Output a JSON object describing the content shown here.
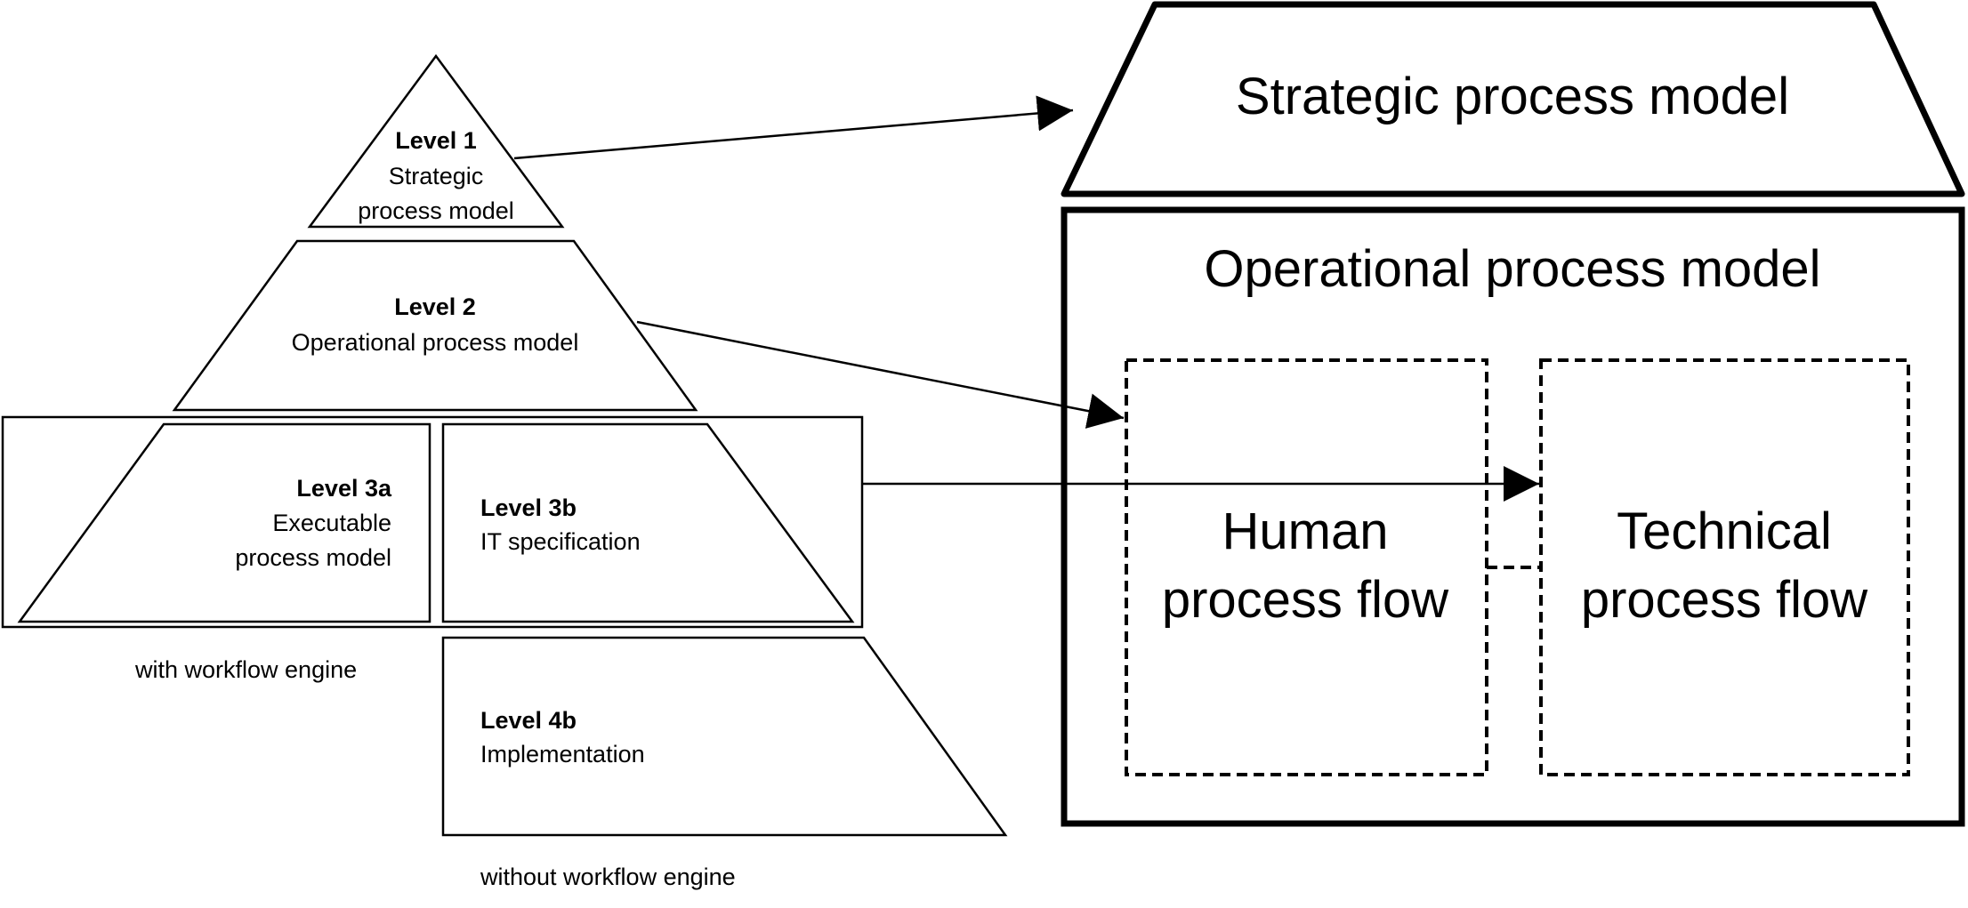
{
  "pyramid": {
    "level1": {
      "title": "Level 1",
      "line1": "Strategic",
      "line2": "process model"
    },
    "level2": {
      "title": "Level 2",
      "line1": "Operational process model"
    },
    "level3a": {
      "title": "Level 3a",
      "line1": "Executable",
      "line2": "process model"
    },
    "level3b": {
      "title": "Level 3b",
      "line1": "IT specification"
    },
    "level4b": {
      "title": "Level 4b",
      "line1": "Implementation"
    },
    "with_engine_label": "with workflow engine",
    "without_engine_label": "without workflow engine"
  },
  "house": {
    "strategic_title": "Strategic process model",
    "operational_title": "Operational process model",
    "human_flow": {
      "line1": "Human",
      "line2": "process flow"
    },
    "technical_flow": {
      "line1": "Technical",
      "line2": "process flow"
    }
  }
}
